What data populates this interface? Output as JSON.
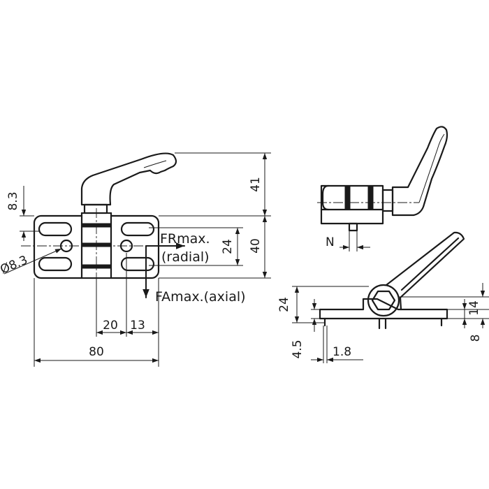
{
  "dimensions": {
    "d_8_3_top": "8.3",
    "d_41": "41",
    "d_40": "40",
    "d_24_front": "24",
    "d_dia": "Ø8.3",
    "d_20": "20",
    "d_13": "13",
    "d_80": "80",
    "d_n": "N",
    "d_24_side": "24",
    "d_14": "14",
    "d_8": "8",
    "d_4_5": "4.5",
    "d_1_8": "1.8"
  },
  "forces": {
    "radial_main": "FRmax.",
    "radial_sub": "(radial)",
    "axial": "FAmax.(axial)"
  }
}
